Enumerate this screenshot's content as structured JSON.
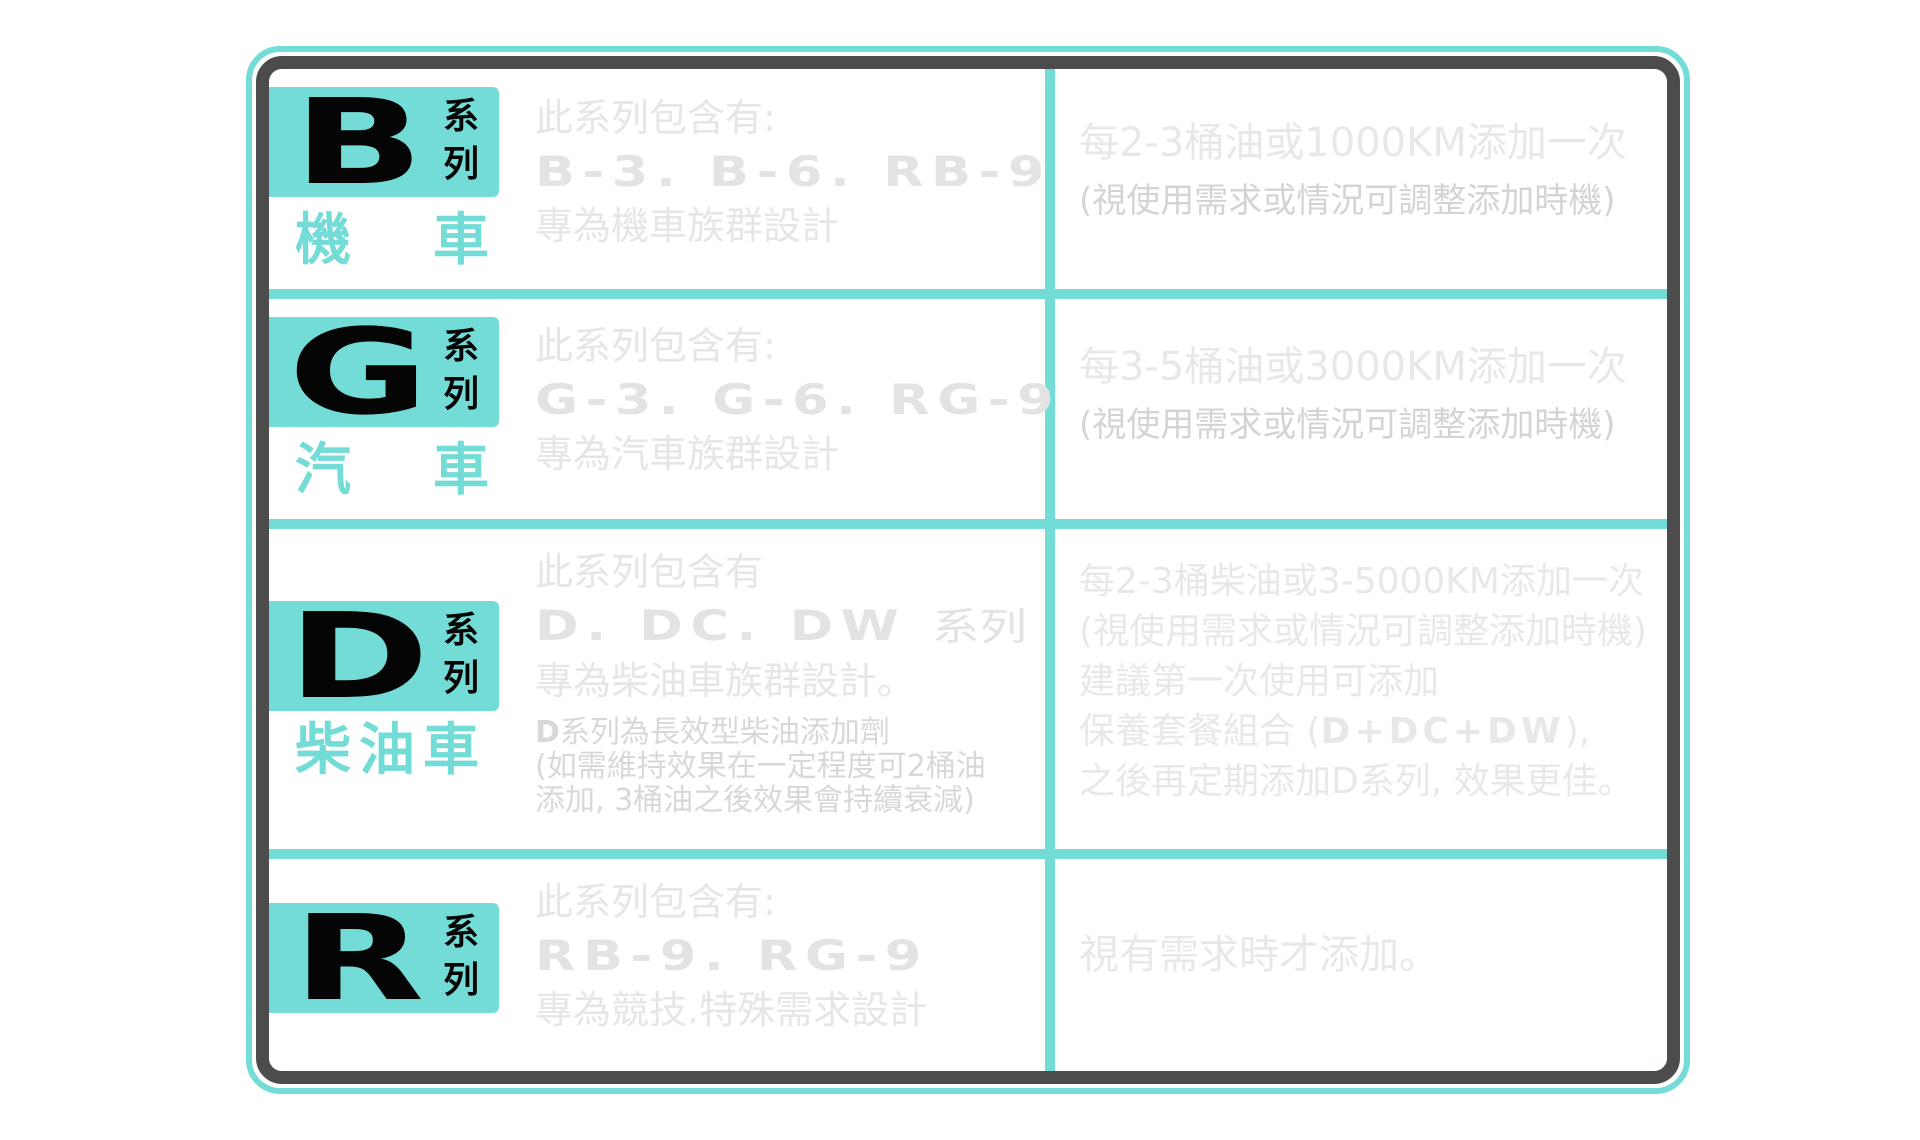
{
  "rows": [
    {
      "letter": "B",
      "series_word_1": "系",
      "series_word_2": "列",
      "category_1": "機",
      "category_2": "車",
      "includes_label": "此系列包含有:",
      "models": "B-3. B-6. RB-9",
      "designed_for": "專為機車族群設計",
      "frequency": "每2-3桶油或1000KM添加一次",
      "frequency_note": "(視使用需求或情況可調整添加時機)"
    },
    {
      "letter": "G",
      "series_word_1": "系",
      "series_word_2": "列",
      "category_1": "汽",
      "category_2": "車",
      "includes_label": "此系列包含有:",
      "models": "G-3. G-6. RG-9",
      "designed_for": "專為汽車族群設計",
      "frequency": "每3-5桶油或3000KM添加一次",
      "frequency_note": "(視使用需求或情況可調整添加時機)"
    },
    {
      "letter": "D",
      "series_word_1": "系",
      "series_word_2": "列",
      "category": "柴油車",
      "includes_label": "此系列包含有",
      "models": "D. DC. DW",
      "models_suffix": "系列",
      "designed_for": "專為柴油車族群設計。",
      "note_1_prefix": "D",
      "note_1": "系列為長效型柴油添加劑",
      "note_2": "(如需維持效果在一定程度可2桶油",
      "note_3": "添加, 3桶油之後效果會持續衰減)",
      "frequency": "每2-3桶柴油或3-5000KM添加一次",
      "frequency_note": "(視使用需求或情況可調整添加時機)",
      "advice_1": "建議第一次使用可添加",
      "advice_2_prefix": "保養套餐組合 (",
      "advice_2_combo": "D+DC+DW",
      "advice_2_suffix": "),",
      "advice_3": "之後再定期添加D系列, 效果更佳。"
    },
    {
      "letter": "R",
      "series_word_1": "系",
      "series_word_2": "列",
      "includes_label": "此系列包含有:",
      "models": "RB-9. RG-9",
      "designed_for": "專為競技.特殊需求設計",
      "frequency": "視有需求時才添加。"
    }
  ],
  "colors": {
    "accent": "#74dcd6",
    "frame": "#4c4c4c",
    "text_light": "#e6e6e6",
    "badge_text": "#050505"
  }
}
